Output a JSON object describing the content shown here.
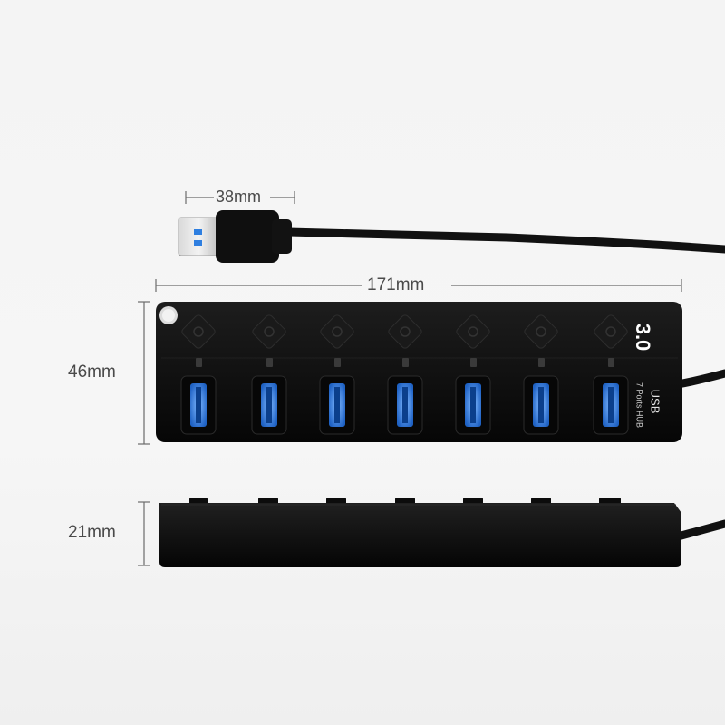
{
  "dimensions": {
    "plug_width": "38mm",
    "hub_length": "171mm",
    "hub_width": "46mm",
    "hub_height": "21mm"
  },
  "hub": {
    "version_label": "3.0",
    "usb_label": "USB",
    "ports_label": "7 Ports HUB",
    "port_count": 7,
    "port_color": "#2f7fe0"
  },
  "colors": {
    "body": "#0d0d0d",
    "dimension_line": "#6b6b6b"
  }
}
